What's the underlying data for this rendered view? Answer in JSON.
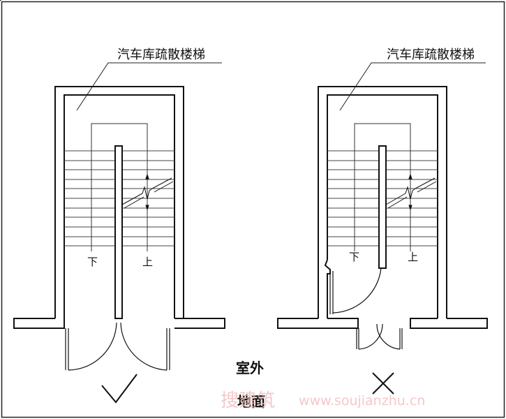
{
  "left": {
    "label": "汽车库疏散楼梯",
    "down": "下",
    "up": "上",
    "verdict": "√"
  },
  "right": {
    "label": "汽车库疏散楼梯",
    "down": "下",
    "up": "上",
    "verdict": "×"
  },
  "center": {
    "line1": "室外",
    "line2": "地面"
  },
  "watermark": {
    "cn": "搜建筑",
    "url": "www.soujianzhu.cn"
  },
  "colors": {
    "line": "#111111",
    "watermark": "#f2b6b6"
  }
}
